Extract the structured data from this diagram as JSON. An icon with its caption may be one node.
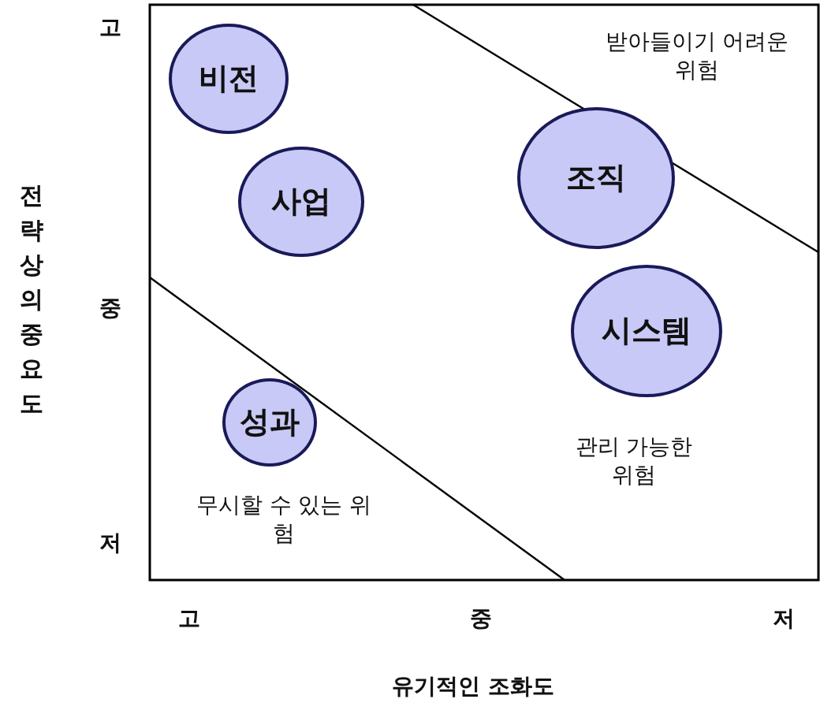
{
  "diagram": {
    "nodes": [
      {
        "text": [
          "비전"
        ]
      },
      {
        "text": [
          "조직"
        ]
      },
      {
        "text": [
          "사업"
        ]
      },
      {
        "text": [
          "시스템"
        ]
      },
      {
        "text": [
          "성과"
        ]
      }
    ],
    "labels": [
      "고",
      "받아들이기 어려운 위험",
      "전략상의 중요도",
      "중",
      "관리 가능한 위험",
      "무시할 수 있는 위험",
      "저",
      "고",
      "중",
      "저",
      "유기적인 조화도"
    ]
  }
}
